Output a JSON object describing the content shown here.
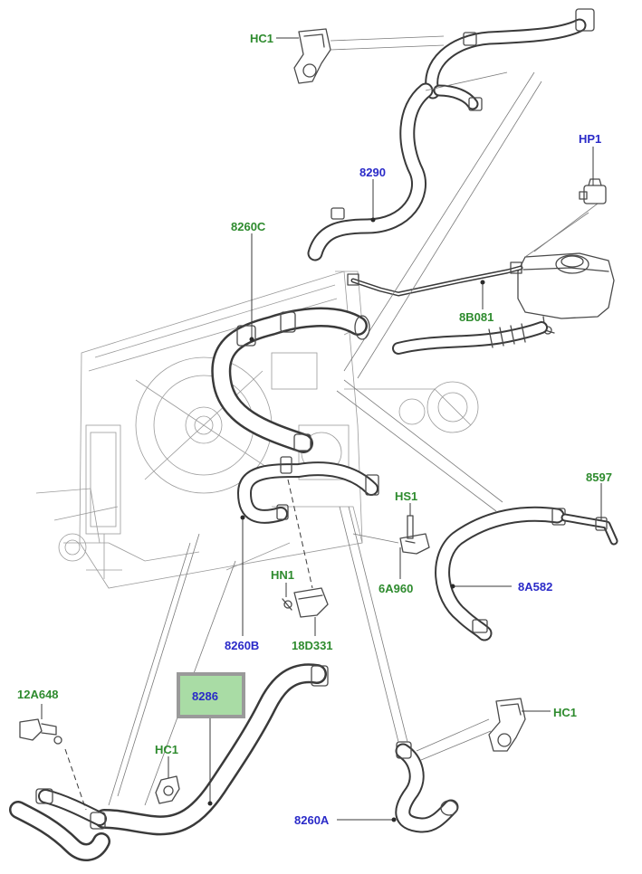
{
  "labels": {
    "hc1_top": "HC1",
    "p8290": "8290",
    "hp1": "HP1",
    "p8260c": "8260C",
    "p8b081": "8B081",
    "p8597": "8597",
    "hs1": "HS1",
    "p8a582": "8A582",
    "hn1": "HN1",
    "p6a960": "6A960",
    "p8260b": "8260B",
    "p18d331": "18D331",
    "p12a648": "12A648",
    "p8286": "8286",
    "hc1_right": "HC1",
    "hc1_bottom": "HC1",
    "p8260a": "8260A"
  },
  "colors": {
    "green_label": "#2e8b2e",
    "blue_label": "#2a2ac8",
    "highlight_fill": "#a9dca5",
    "highlight_border": "#9a9a9a"
  }
}
